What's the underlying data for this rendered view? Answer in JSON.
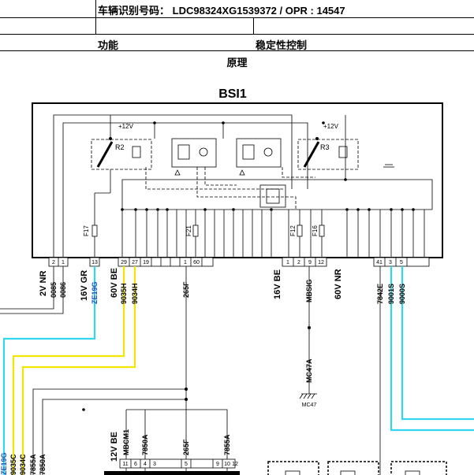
{
  "header": {
    "vin_label": "车辆识别号码：",
    "vin_value": "LDC98324XG1539372 / OPR : 14547",
    "function_label": "功能",
    "function_value": "稳定性控制",
    "section_title": "原理"
  },
  "module": {
    "name": "BSI1",
    "relays": [
      "R2",
      "R3"
    ],
    "supply_labels": [
      "+12V",
      "+12V"
    ],
    "fuses": [
      "F17",
      "F21",
      "F12",
      "F16"
    ]
  },
  "connectors": {
    "c1": {
      "label": "2V NR",
      "pins": [
        "2",
        "1"
      ],
      "wires": [
        "0085",
        "0086"
      ]
    },
    "c2": {
      "label": "16V GR",
      "pins": [
        "13"
      ],
      "wires": [
        "ZE19G"
      ]
    },
    "c3": {
      "label": "60V BE",
      "pins": [
        "29",
        "27",
        "19",
        "",
        "",
        "",
        "",
        "",
        "1",
        "60"
      ],
      "wires": [
        "9035H",
        "9034H",
        "265F"
      ]
    },
    "c4": {
      "label": "16V BE",
      "pins": [
        "1",
        "2",
        "9",
        "12"
      ],
      "wires": [
        "MBSIG",
        "MC47A",
        "MC47"
      ]
    },
    "c5": {
      "label": "60V NR",
      "pins": [
        "41",
        "3",
        "5"
      ],
      "wires": [
        "7842E",
        "9001S",
        "9000S"
      ]
    }
  },
  "left_wires": [
    "ZE19G",
    "9035C",
    "9034C",
    "7855A",
    "7850A"
  ],
  "bottom_connector": {
    "label": "12V BE",
    "pins": [
      "11",
      "6",
      "4",
      "3",
      "5",
      "9",
      "10",
      "12"
    ],
    "wires": [
      "MBCM1",
      "7850A",
      "265F",
      "7855A"
    ]
  },
  "colors": {
    "yellow_wire": "#f2e600",
    "cyan_wire": "#33d6f0",
    "blue_label": "#1b4fc4"
  }
}
